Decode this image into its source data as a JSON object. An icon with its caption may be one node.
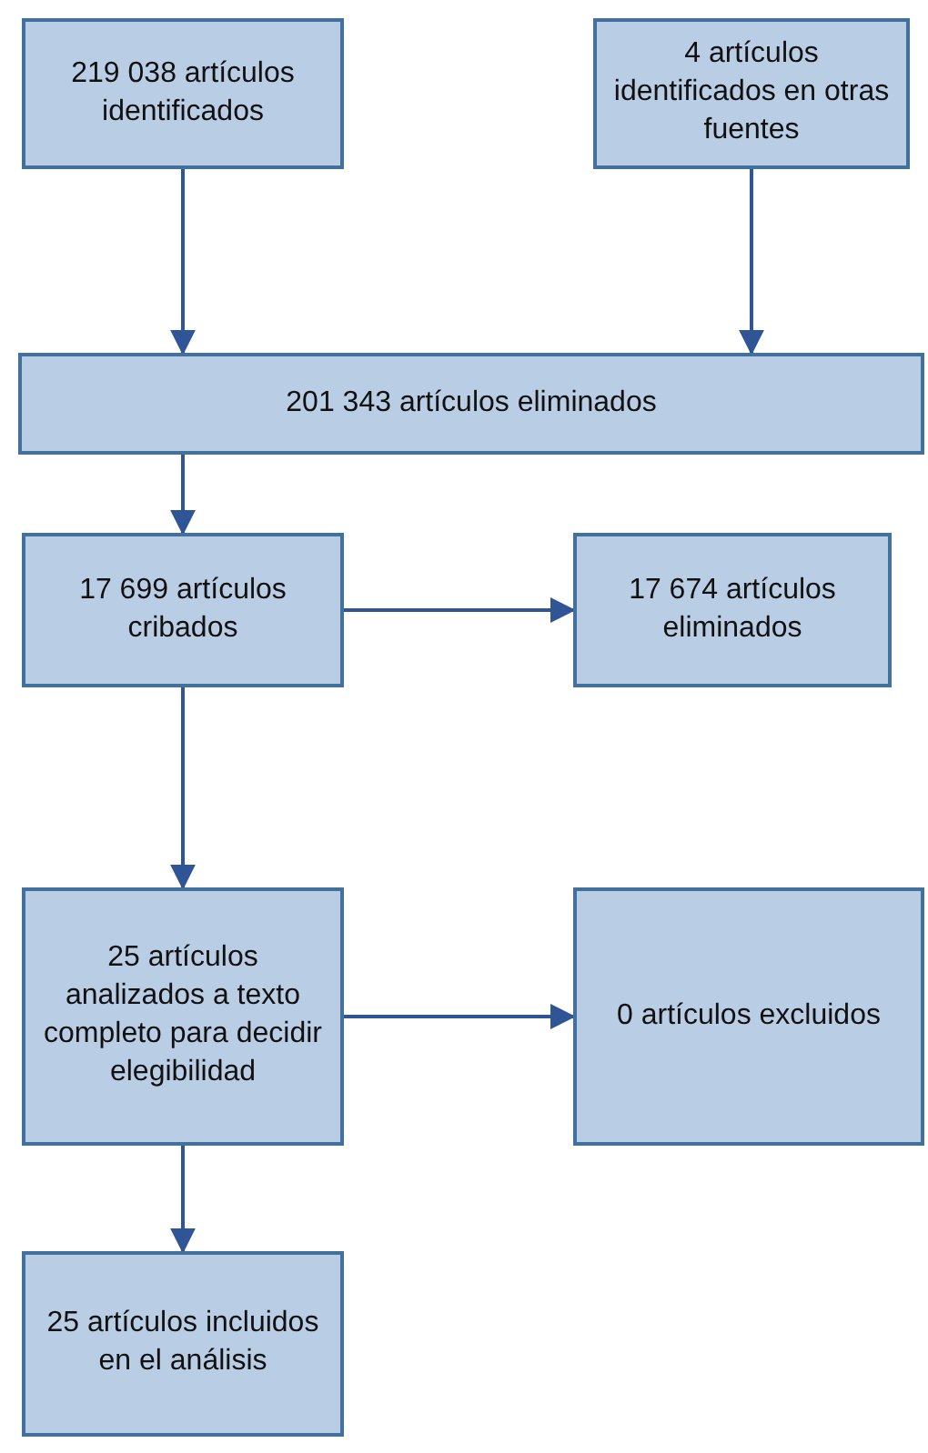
{
  "diagram": {
    "nodes": [
      {
        "text": [
          "219 038 artículos identificados"
        ]
      },
      {
        "text": [
          "4 artículos identificados en otras fuentes"
        ]
      },
      {
        "text": [
          "201 343 artículos eliminados"
        ]
      },
      {
        "text": [
          "17 699 artículos cribados"
        ]
      },
      {
        "text": [
          "17 674 artículos eliminados"
        ]
      },
      {
        "text": [
          "25 artículos analizados a texto completo para decidir elegibilidad"
        ]
      },
      {
        "text": [
          "0 artículos excluidos"
        ]
      },
      {
        "text": [
          "25 artículos incluidos en el análisis"
        ]
      }
    ],
    "edges": [
      {
        "from": 0,
        "to": 2,
        "arrow": "to"
      },
      {
        "from": 1,
        "to": 2,
        "arrow": "to"
      },
      {
        "from": 2,
        "to": 3,
        "arrow": "to"
      },
      {
        "from": 3,
        "to": 4,
        "arrow": "to"
      },
      {
        "from": 3,
        "to": 5,
        "arrow": "to"
      },
      {
        "from": 5,
        "to": 6,
        "arrow": "to"
      },
      {
        "from": 5,
        "to": 7,
        "arrow": "to"
      }
    ]
  }
}
